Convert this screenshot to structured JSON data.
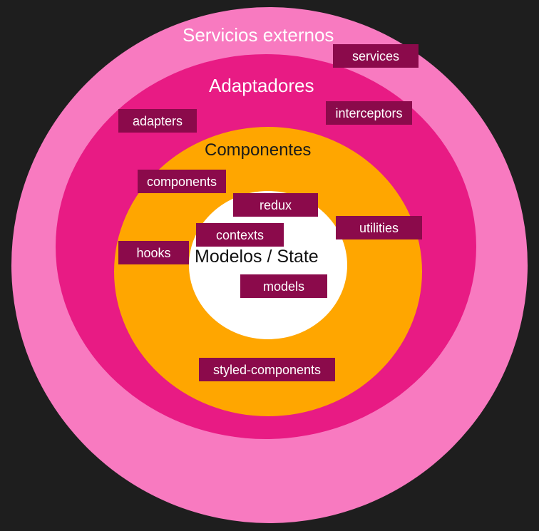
{
  "diagram": {
    "rings": {
      "external": {
        "title": "Servicios externos",
        "color": "#f87ac0"
      },
      "adapters": {
        "title": "Adaptadores",
        "color": "#e81b84"
      },
      "components": {
        "title": "Componentes",
        "color": "#ffa600"
      },
      "core": {
        "title": "Modelos / State",
        "color": "#ffffff"
      }
    },
    "tags": {
      "services": "services",
      "adapters": "adapters",
      "interceptors": "interceptors",
      "components": "components",
      "redux": "redux",
      "contexts": "contexts",
      "utilities": "utilities",
      "hooks": "hooks",
      "models": "models",
      "styled_components": "styled-components"
    },
    "tag_color": "#8b0a4b"
  }
}
